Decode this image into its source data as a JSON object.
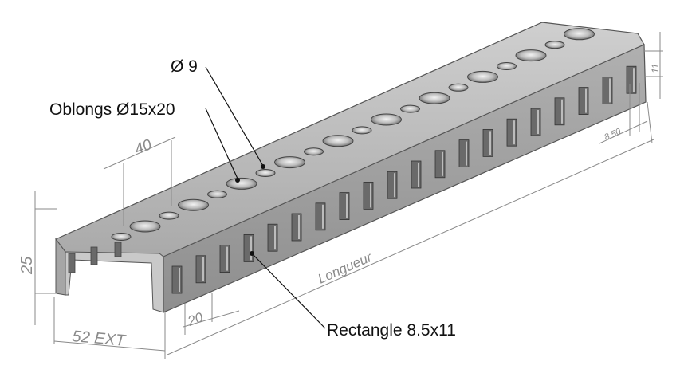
{
  "callouts": {
    "hole": "Ø 9",
    "slots": "Oblongs Ø15x20",
    "rectangle": "Rectangle 8.5x11"
  },
  "dimensions": {
    "hole_pitch": "40",
    "height": "25",
    "width_ext": "52 EXT",
    "rect_pitch": "20",
    "length": "Longueur",
    "rect_width": "8.50",
    "rect_height": "11"
  },
  "colors": {
    "top_face": "#bdbdbd",
    "front_face": "#9a9a9a",
    "edge": "#555555",
    "hole": "#6e6e6e",
    "dim_text": "#8a8a8a"
  }
}
